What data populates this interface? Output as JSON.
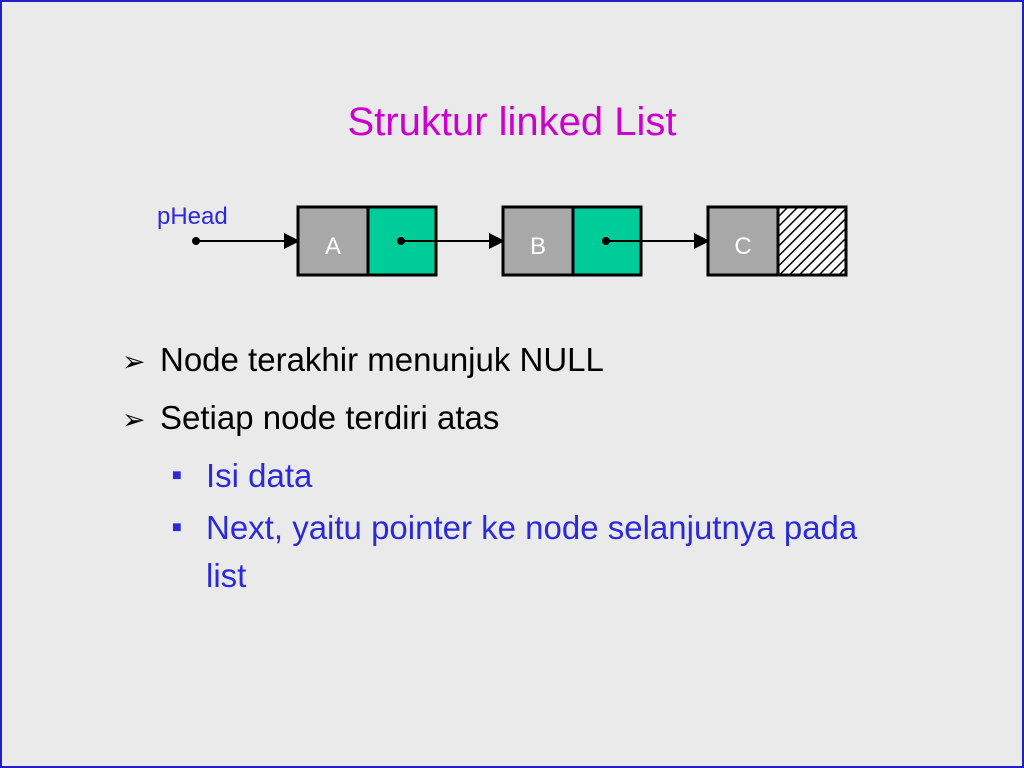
{
  "slide": {
    "title": "Struktur linked List"
  },
  "diagram": {
    "head_label": "pHead",
    "nodes": [
      "A",
      "B",
      "C"
    ],
    "colors": {
      "data_cell": "#a8a8a8",
      "pointer_cell": "#00cc99",
      "title": "#cc00cc",
      "sub_bullet": "#2a2ad8"
    }
  },
  "bullets": [
    {
      "text": "Node terakhir menunjuk NULL",
      "icon": "arrowhead-bullet-icon"
    },
    {
      "text": "Setiap node terdiri atas",
      "icon": "arrowhead-bullet-icon",
      "sub": [
        {
          "text": "Isi data",
          "icon": "square-bullet-icon"
        },
        {
          "text": "Next, yaitu pointer ke node selanjutnya pada list",
          "icon": "square-bullet-icon"
        }
      ]
    }
  ]
}
